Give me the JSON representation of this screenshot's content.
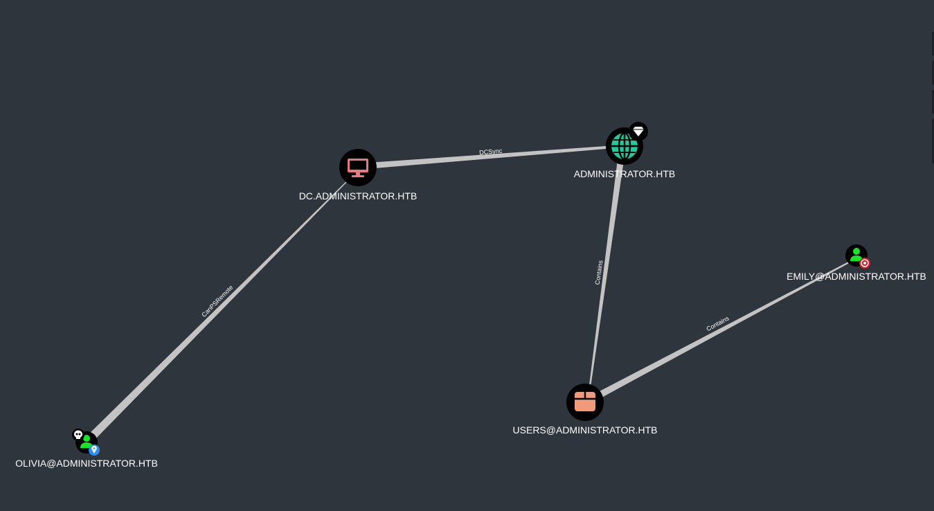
{
  "colors": {
    "background": "#2f353c",
    "node_fill": "#000000",
    "edge": "#c3c3c3",
    "computer": "#e8787a",
    "domain": "#20c9a0",
    "group": "#f19a7b",
    "user": "#17e625",
    "pin": "#2b8ef0",
    "target": "#cc1f2a"
  },
  "nodes": {
    "dc": {
      "label": "DC.ADMINISTRATOR.HTB",
      "icon": "computer-icon"
    },
    "domain": {
      "label": "ADMINISTRATOR.HTB",
      "icon": "globe-icon",
      "badge": "gem-icon"
    },
    "users": {
      "label": "USERS@ADMINISTRATOR.HTB",
      "icon": "group-box-icon"
    },
    "emily": {
      "label": "EMILY@ADMINISTRATOR.HTB",
      "icon": "user-icon",
      "badge": "target-icon"
    },
    "olivia": {
      "label": "OLIVIA@ADMINISTRATOR.HTB",
      "icon": "user-icon",
      "badge": "pin-icon",
      "marker": "skull-icon"
    }
  },
  "edges": {
    "dcsync": {
      "label": "DCSync"
    },
    "contains_users": {
      "label": "Contains"
    },
    "contains_emily": {
      "label": "Contains"
    },
    "canpsremote": {
      "label": "CanPSRemote"
    }
  }
}
